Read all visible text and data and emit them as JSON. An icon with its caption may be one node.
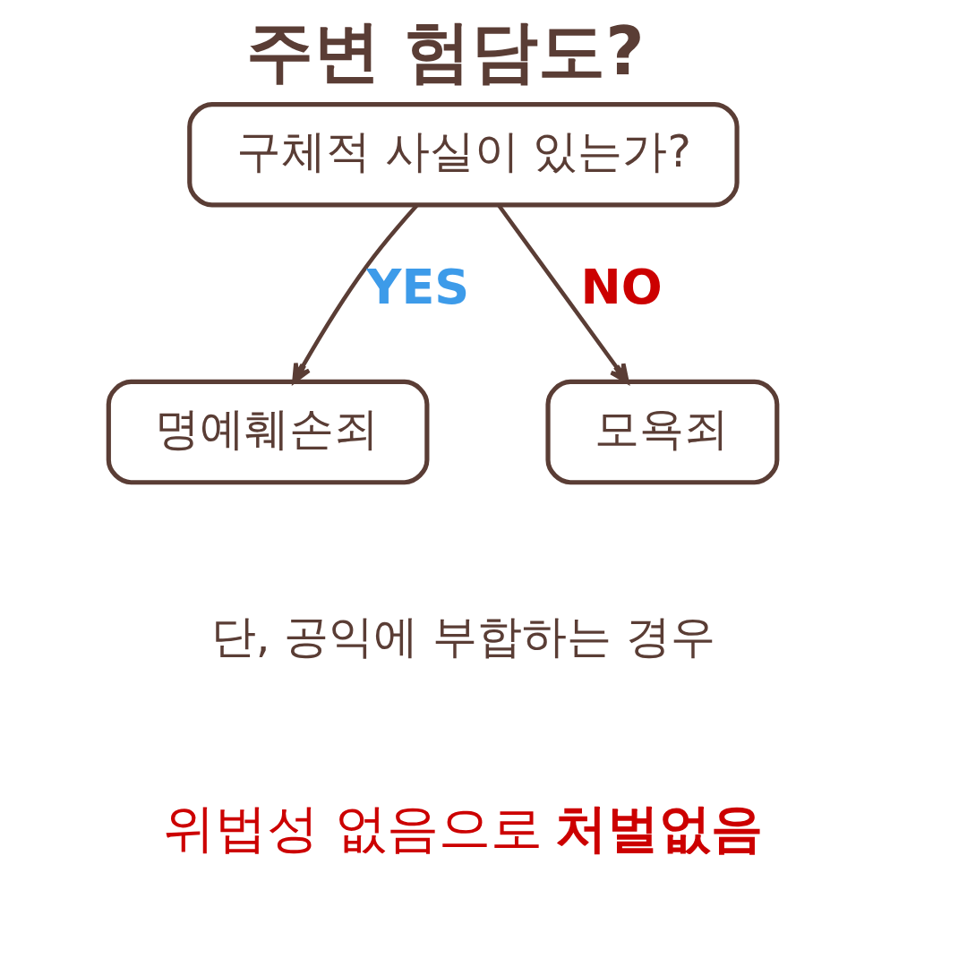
{
  "diagram": {
    "title": "주변 험담도?",
    "nodes": [
      {
        "text": [
          "구체적 사실이 있는가?"
        ]
      },
      {
        "text": [
          "명예훼손죄"
        ]
      },
      {
        "text": [
          "모욕죄"
        ]
      }
    ],
    "edges": [
      {
        "from": 0,
        "to": 1,
        "arrow": "to",
        "label": "YES"
      },
      {
        "from": 0,
        "to": 2,
        "arrow": "to",
        "label": "NO"
      }
    ],
    "labels": [
      "단, 공익에 부합하는 경우",
      "위법성 없음으로 **처벌없음**"
    ]
  }
}
